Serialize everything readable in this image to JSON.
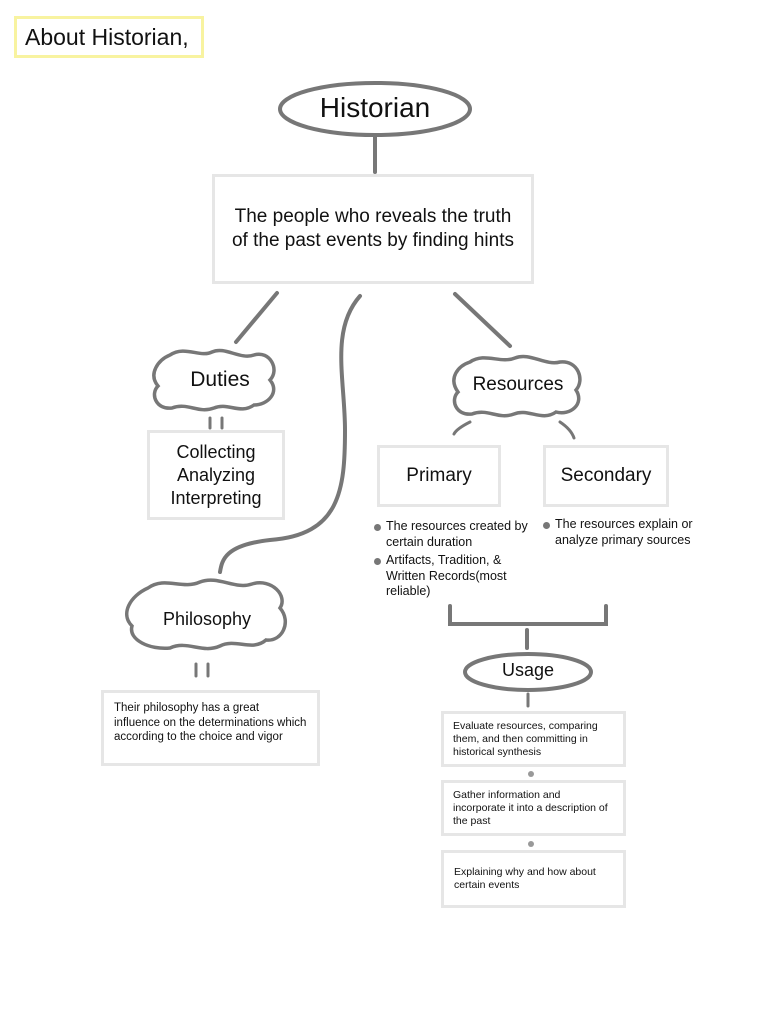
{
  "header": {
    "tag": "About Historian,"
  },
  "root": {
    "title": "Historian",
    "definition": "The people who reveals the truth of the past events by finding hints"
  },
  "duties": {
    "label": "Duties",
    "items": [
      "Collecting",
      "Analyzing",
      "Interpreting"
    ]
  },
  "philosophy": {
    "label": "Philosophy",
    "description": "Their philosophy has a great influence on the determinations which according to the choice and vigor"
  },
  "resources": {
    "label": "Resources",
    "primary": {
      "label": "Primary",
      "bullets": [
        "The resources created by certain duration",
        "Artifacts, Tradition, & Written Records(most reliable)"
      ]
    },
    "secondary": {
      "label": "Secondary",
      "bullets": [
        "The resources explain or analyze primary sources"
      ]
    }
  },
  "usage": {
    "label": "Usage",
    "steps": [
      "Evaluate resources, comparing them, and then committing in historical synthesis",
      "Gather information and incorporate it into a description of the past",
      "Explaining why and how about certain events"
    ]
  },
  "colors": {
    "stroke": "#777777",
    "box_border": "#e6e6e6",
    "tag_border": "#f8f3a0"
  }
}
